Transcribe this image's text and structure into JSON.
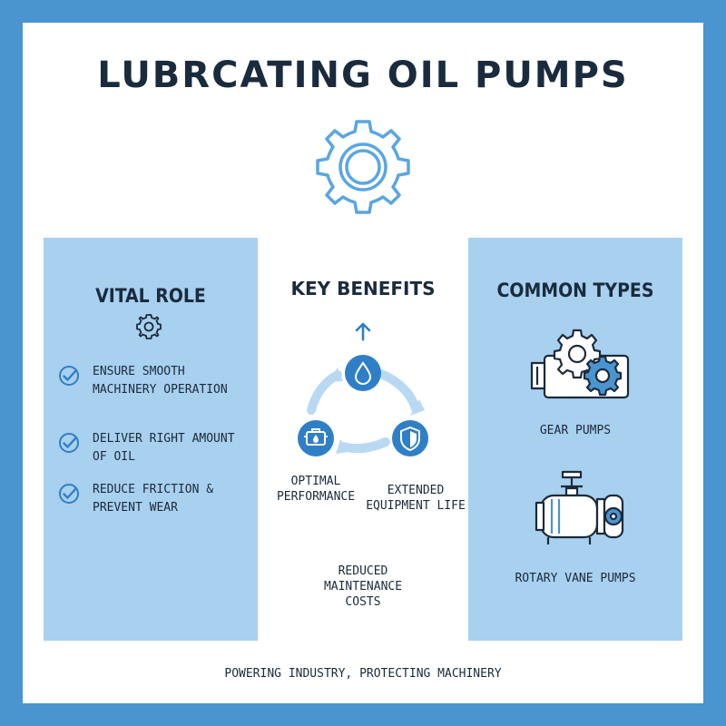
{
  "header": {
    "title": "LUBRCATING OIL PUMPS",
    "icon": "gear-icon"
  },
  "vital_role": {
    "title": "VITAL ROLE",
    "icon": "gear-icon",
    "items": [
      {
        "icon": "check-circle-icon",
        "text": "ENSURE SMOOTH MACHINERY OPERATION"
      },
      {
        "icon": "check-circle-icon",
        "text": "DELIVER RIGHT AMOUNT OF OIL"
      },
      {
        "icon": "check-circle-icon",
        "text": "REDUCE FRICTION & PREVENT WEAR"
      }
    ]
  },
  "key_benefits": {
    "title": "KEY BENEFITS",
    "items": [
      {
        "icon": "oil-drop-icon",
        "label": "REDUCED MAINTENANCE COSTS"
      },
      {
        "icon": "engine-icon",
        "label": "OPTIMAL PERFORMANCE"
      },
      {
        "icon": "shield-icon",
        "label": "EXTENDED EQUIPMENT LIFE"
      }
    ]
  },
  "common_types": {
    "title": "COMMON TYPES",
    "items": [
      {
        "icon": "gear-pump-icon",
        "label": "GEAR PUMPS"
      },
      {
        "icon": "rotary-vane-pump-icon",
        "label": "ROTARY VANE PUMPS"
      }
    ]
  },
  "footer": {
    "tagline": "POWERING INDUSTRY, PROTECTING MACHINERY"
  },
  "colors": {
    "frame": "#4a94d0",
    "panel": "#a8d0ef",
    "accent": "#3a86cc",
    "text": "#1a2b3e"
  }
}
